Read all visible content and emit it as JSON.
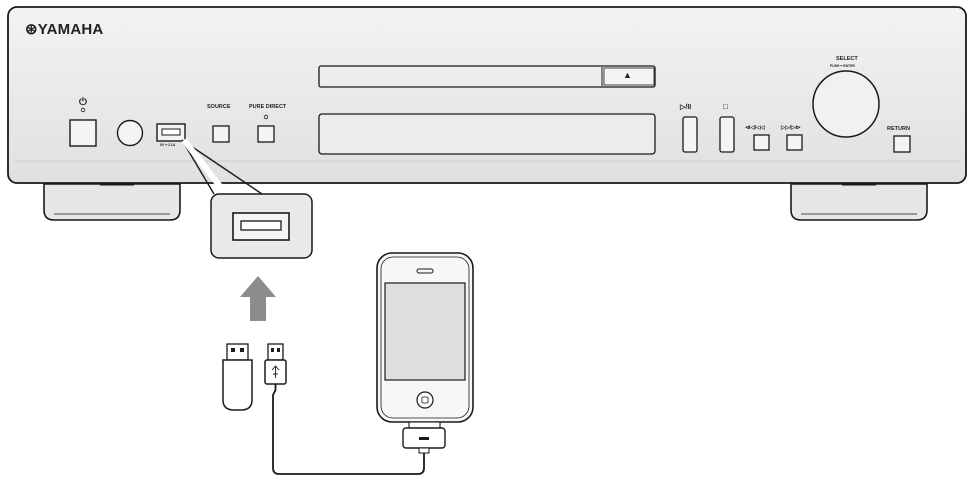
{
  "brand": {
    "logo_mark": "⊛",
    "name": "YAMAHA"
  },
  "front_panel": {
    "power_symbol": "⏻",
    "usb_rating": "5V ━ 2.1A",
    "source_label": "SOURCE",
    "pure_direct_label": "PURE DIRECT",
    "play_pause_symbol": "▷/II",
    "stop_symbol": "□",
    "skip_back_symbol": "⧏◁/◁◁",
    "skip_forward_symbol": "▷▷/▷⧐",
    "select_label": "SELECT",
    "push_enter_label": "PUSH ━ ENTER",
    "return_label": "RETURN",
    "eject_symbol": "▲"
  },
  "illustration": {
    "devices": [
      "usb-flash-drive",
      "usb-cable",
      "iphone",
      "dock-connector"
    ],
    "arrow_direction": "up",
    "colors": {
      "line": "#1a1a1a",
      "panel": "#e7e7e7",
      "panel_light": "#f4f4f4",
      "screen": "#d9d9d9"
    }
  }
}
